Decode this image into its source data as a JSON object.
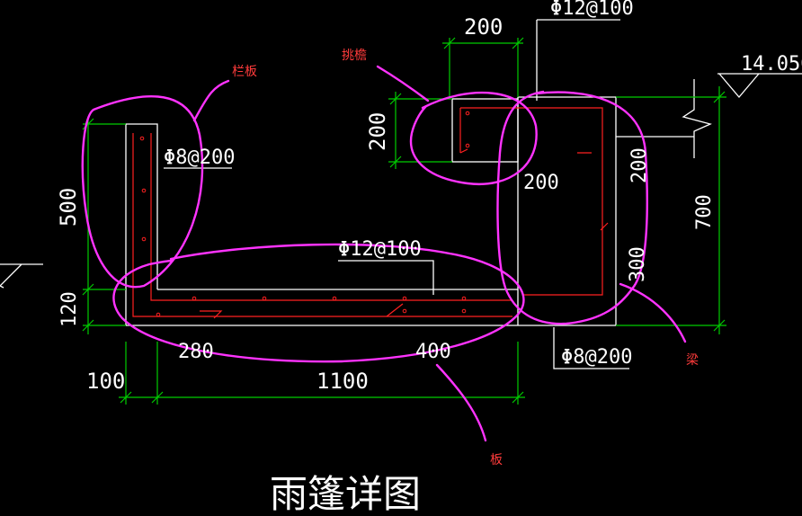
{
  "title": "雨篷详图",
  "annotations": {
    "railing": "栏板",
    "eave": "挑檐",
    "beam": "梁",
    "slab": "板"
  },
  "rebar": {
    "top_label": "Φ12@100",
    "railing_label": "Φ8@200",
    "slab_label": "Φ12@100",
    "beam_label": "Φ8@200"
  },
  "dimensions": {
    "eave_width": "200",
    "eave_height": "200",
    "eave_lower": "200",
    "beam_top_right": "200",
    "beam_total": "700",
    "beam_lower": "300",
    "railing_height": "500",
    "slab_thickness": "120",
    "left_offset": "100",
    "slab_left": "280",
    "slab_right": "400",
    "span": "1100"
  },
  "elevation": "14.050",
  "colors": {
    "background": "#000000",
    "outline": "#ffffff",
    "dimension": "#00cc00",
    "rebar": "#ff2020",
    "markup": "#ff33ff",
    "note": "#ff3b3b"
  }
}
